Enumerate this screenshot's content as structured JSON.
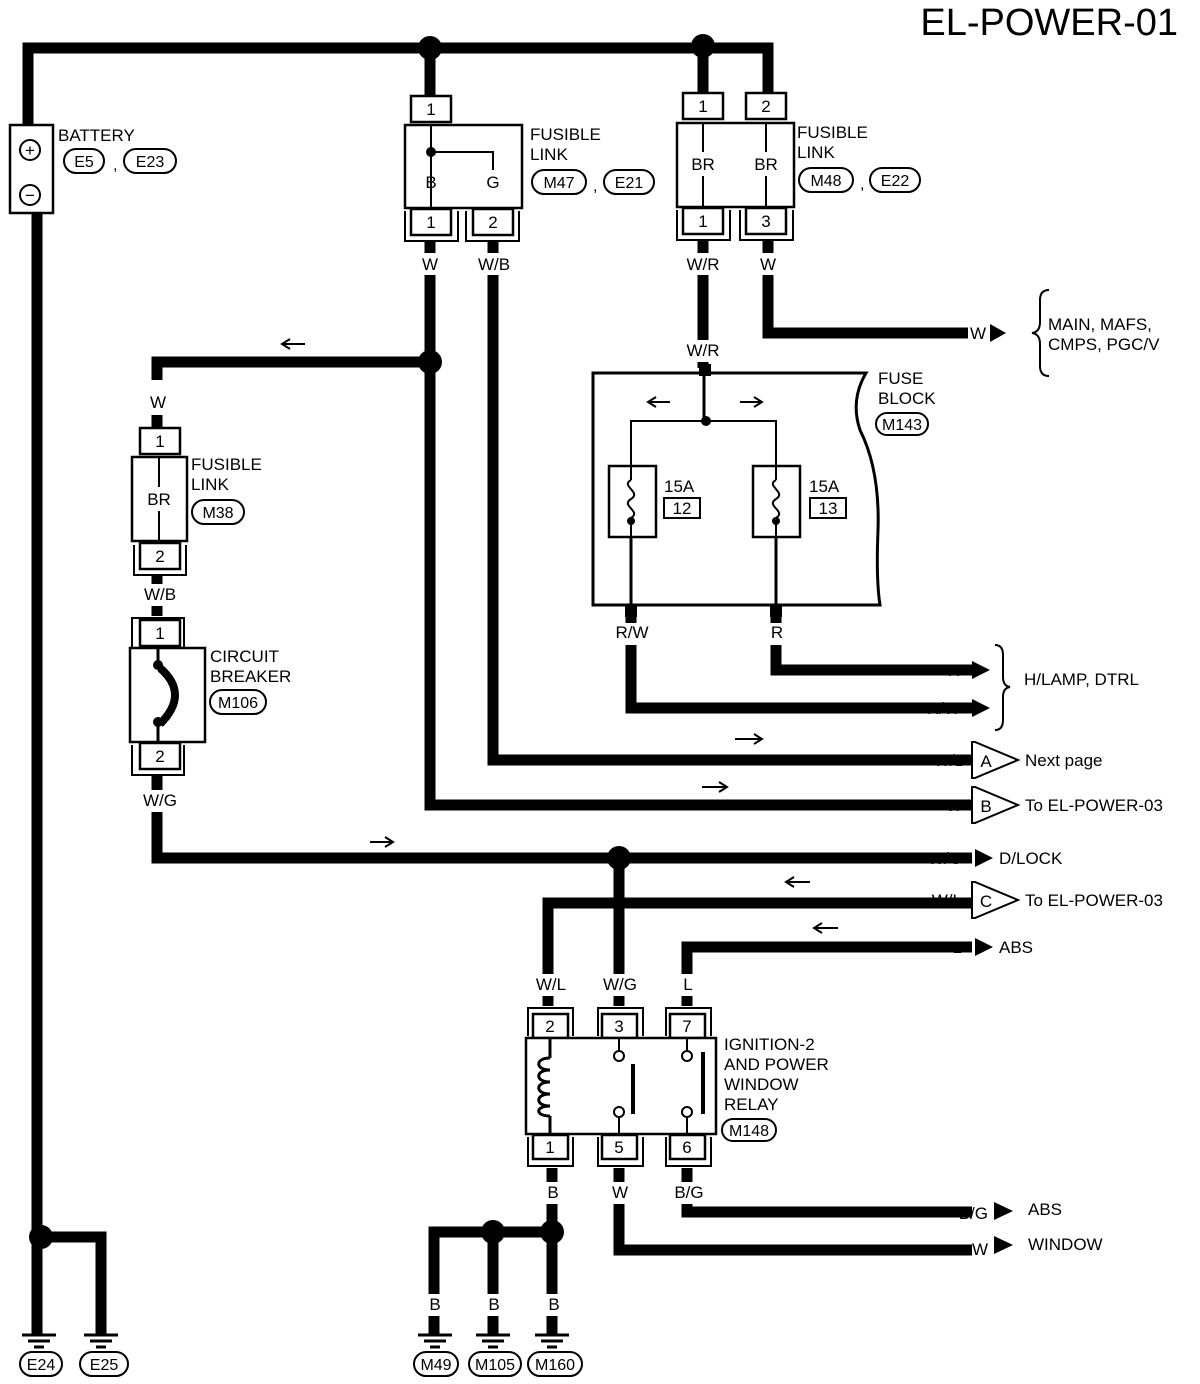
{
  "title": "EL-POWER-01",
  "battery": {
    "label": "BATTERY",
    "plus": "+",
    "minus": "−",
    "conn1": "E5",
    "sep": ",",
    "conn2": "E23"
  },
  "fl_m47": {
    "label1": "FUSIBLE",
    "label2": "LINK",
    "conn1": "M47",
    "sep": ",",
    "conn2": "E21",
    "pin_top": "1",
    "pin_b1": "1",
    "pin_b2": "2",
    "wire_b": "B",
    "wire_g": "G"
  },
  "fl_m48": {
    "label1": "FUSIBLE",
    "label2": "LINK",
    "conn1": "M48",
    "sep": ",",
    "conn2": "E22",
    "pin_t1": "1",
    "pin_t2": "2",
    "pin_b1": "1",
    "pin_b2": "3",
    "br1": "BR",
    "br2": "BR"
  },
  "fl_m38": {
    "label1": "FUSIBLE",
    "label2": "LINK",
    "conn": "M38",
    "pin_top": "1",
    "pin_bot": "2",
    "br": "BR"
  },
  "cb": {
    "label1": "CIRCUIT",
    "label2": "BREAKER",
    "conn": "M106",
    "pin_top": "1",
    "pin_bot": "2"
  },
  "fuse_block": {
    "label1": "FUSE",
    "label2": "BLOCK",
    "conn": "M143",
    "f1_amp": "15A",
    "f1_num": "12",
    "f2_amp": "15A",
    "f2_num": "13"
  },
  "relay": {
    "label1": "IGNITION-2",
    "label2": "AND POWER",
    "label3": "WINDOW",
    "label4": "RELAY",
    "conn": "M148",
    "p2": "2",
    "p3": "3",
    "p7": "7",
    "p1": "1",
    "p5": "5",
    "p6": "6"
  },
  "wires": {
    "w1": "W",
    "wb1": "W/B",
    "wr1": "W/R",
    "w2": "W",
    "wr2": "W/R",
    "w3": "W",
    "wb2": "W/B",
    "wg1": "W/G",
    "rw": "R/W",
    "r": "R",
    "wl": "W/L",
    "wg2": "W/G",
    "l": "L",
    "b": "B",
    "w4": "W",
    "bg": "B/G",
    "b1": "B",
    "b2": "B",
    "b3": "B"
  },
  "outputs": [
    {
      "wire": "W",
      "dest": "MAIN, MAFS,",
      "dest2": "CMPS, PGC/V"
    },
    {
      "wire": "R",
      "dest": "H/LAMP, DTRL"
    },
    {
      "wire": "R/W"
    },
    {
      "wire": "W/B",
      "tag": "A",
      "dest": "Next page"
    },
    {
      "wire": "W",
      "tag": "B",
      "dest": "To EL-POWER-03"
    },
    {
      "wire": "W/G",
      "dest": "D/LOCK"
    },
    {
      "wire": "W/L",
      "tag": "C",
      "dest": "To EL-POWER-03"
    },
    {
      "wire": "L",
      "dest": "ABS"
    },
    {
      "wire": "B/G",
      "dest": "ABS"
    },
    {
      "wire": "W",
      "dest": "WINDOW"
    }
  ],
  "grounds": [
    "E24",
    "E25",
    "M49",
    "M105",
    "M160"
  ]
}
